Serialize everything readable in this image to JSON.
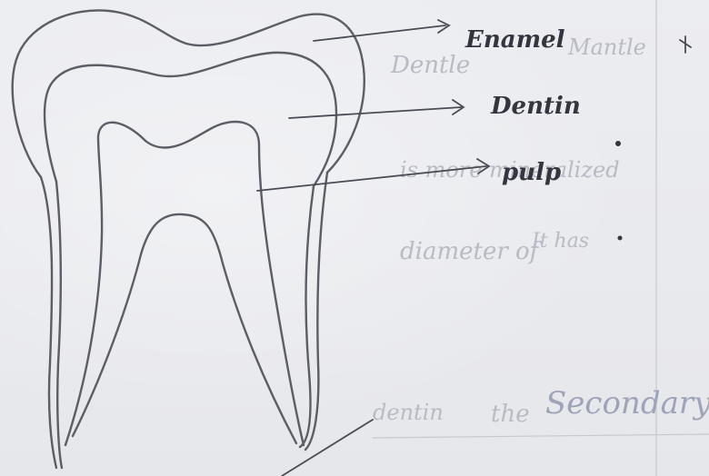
{
  "labels": {
    "enamel": "Enamel",
    "dentin": "Dentin",
    "pulp": "pulp"
  },
  "bleed_through": {
    "mirrored_1": "Mantle",
    "mirrored_2": "Dentle",
    "line_a": "is more mineralized",
    "line_b": "It has",
    "line_c": "diameter of",
    "line_d": "Secondary",
    "line_e": "dentin",
    "line_f": "the"
  },
  "colors": {
    "paper": "#e9eaee",
    "ink": "#34363f",
    "tooth_outline": "#5c5e66",
    "bleed_through": "#b9bbc4"
  }
}
